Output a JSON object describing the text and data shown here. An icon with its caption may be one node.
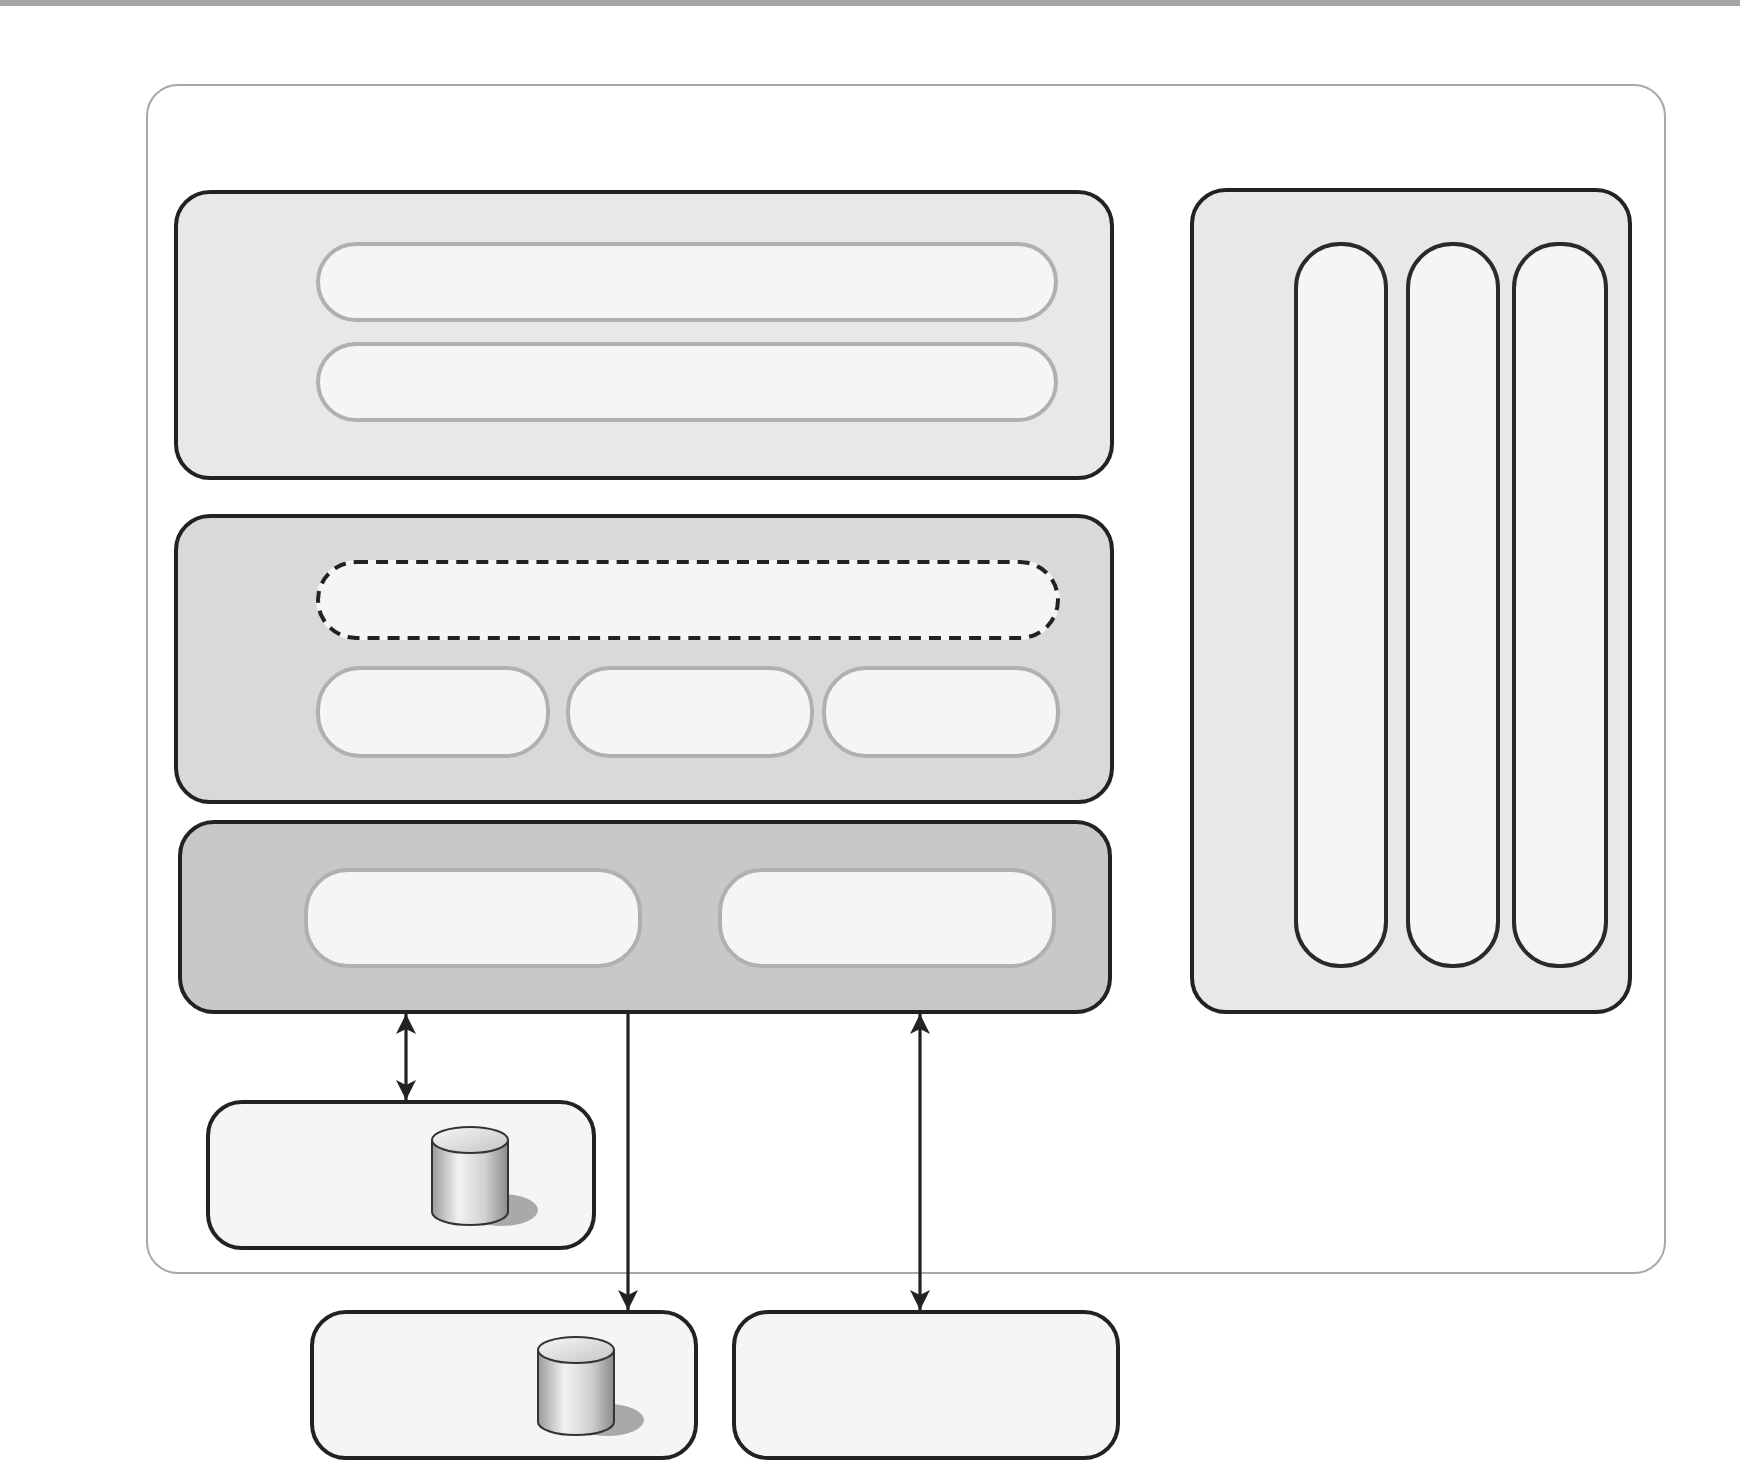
{
  "diagram": {
    "nodes": [
      {
        "text": [],
        "shape": "box"
      },
      {
        "text": [],
        "shape": "box",
        "in": 0
      },
      {
        "text": [],
        "shape": "box",
        "in": 1
      },
      {
        "text": [],
        "shape": "box",
        "in": 1
      },
      {
        "text": [],
        "shape": "box",
        "in": 0
      },
      {
        "text": [],
        "shape": "box",
        "in": 4
      },
      {
        "text": [],
        "shape": "box",
        "in": 4
      },
      {
        "text": [],
        "shape": "box",
        "in": 4
      },
      {
        "text": [],
        "shape": "box",
        "in": 4
      },
      {
        "text": [],
        "shape": "box",
        "in": 0
      },
      {
        "text": [],
        "shape": "box",
        "in": 9
      },
      {
        "text": [],
        "shape": "box",
        "in": 9
      },
      {
        "text": [],
        "shape": "box",
        "in": 0
      },
      {
        "text": [],
        "shape": "box",
        "in": 12
      },
      {
        "text": [],
        "shape": "box",
        "in": 12
      },
      {
        "text": [],
        "shape": "box",
        "in": 12
      },
      {
        "text": [],
        "shape": "box",
        "in": 0
      },
      {
        "text": [],
        "shape": "cylinder",
        "in": 16
      },
      {
        "text": [],
        "shape": "box"
      },
      {
        "text": [],
        "shape": "cylinder",
        "in": 18
      },
      {
        "text": [],
        "shape": "box"
      }
    ],
    "edges": [
      {
        "from": 9,
        "to": 16,
        "arrow": "both"
      },
      {
        "from": 9,
        "to": 18,
        "arrow": "to"
      },
      {
        "from": 9,
        "to": 20,
        "arrow": "both"
      }
    ]
  }
}
